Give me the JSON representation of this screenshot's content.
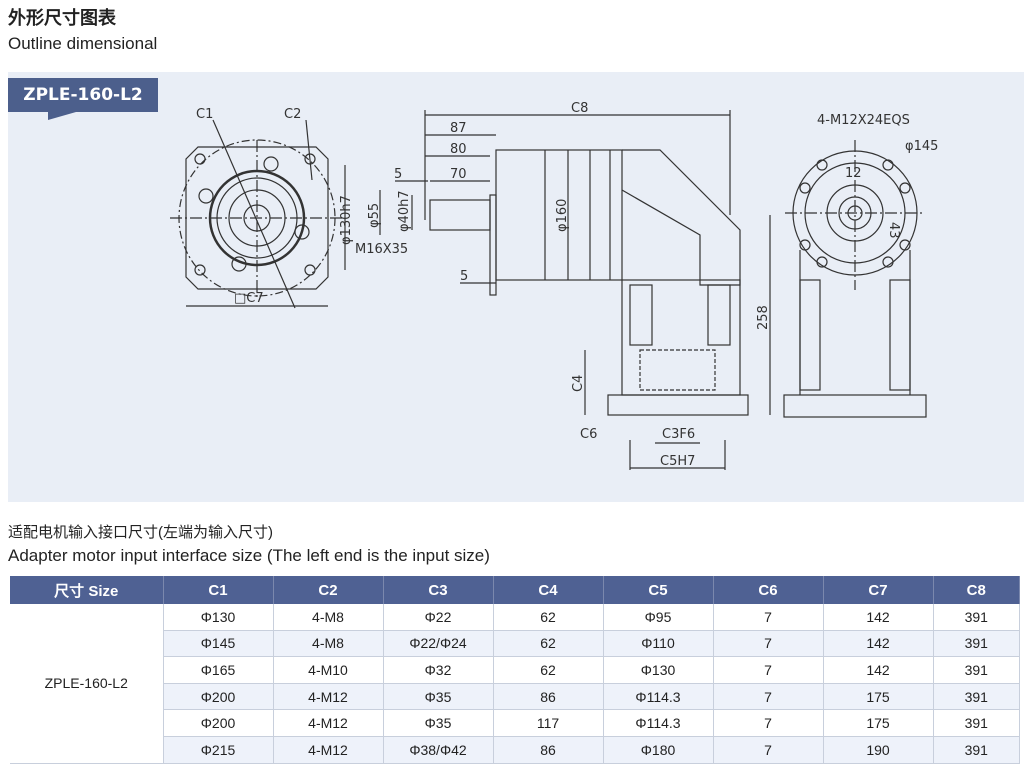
{
  "title_cn": "外形尺寸图表",
  "title_en": "Outline dimensional",
  "model_tab": "ZPLE-160-L2",
  "drawing_labels": {
    "c1": "C1",
    "c2": "C2",
    "c7": "□C7",
    "d130": "φ130h7",
    "d55": "φ55",
    "d40": "φ40h7",
    "m16": "M16X35",
    "l87": "87",
    "l80": "80",
    "l70": "70",
    "l5a": "5",
    "l5b": "5",
    "c8": "C8",
    "d160": "φ160",
    "c4": "C4",
    "c6": "C6",
    "c3": "C3F6",
    "c5": "C5H7",
    "h258": "258",
    "holes": "4-M12X24EQS",
    "d145": "φ145",
    "k12": "12",
    "k43": "43"
  },
  "subtitle_cn": "适配电机输入接口尺寸(左端为输入尺寸)",
  "subtitle_en": "Adapter motor input interface size (The left end is the input size)",
  "table": {
    "headers": [
      "尺寸 Size",
      "C1",
      "C2",
      "C3",
      "C4",
      "C5",
      "C6",
      "C7",
      "C8"
    ],
    "size": "ZPLE-160-L2",
    "rows": [
      [
        "Φ130",
        "4-M8",
        "Φ22",
        "62",
        "Φ95",
        "7",
        "142",
        "391"
      ],
      [
        "Φ145",
        "4-M8",
        "Φ22/Φ24",
        "62",
        "Φ110",
        "7",
        "142",
        "391"
      ],
      [
        "Φ165",
        "4-M10",
        "Φ32",
        "62",
        "Φ130",
        "7",
        "142",
        "391"
      ],
      [
        "Φ200",
        "4-M12",
        "Φ35",
        "86",
        "Φ114.3",
        "7",
        "175",
        "391"
      ],
      [
        "Φ200",
        "4-M12",
        "Φ35",
        "117",
        "Φ114.3",
        "7",
        "175",
        "391"
      ],
      [
        "Φ215",
        "4-M12",
        "Φ38/Φ42",
        "86",
        "Φ180",
        "7",
        "190",
        "391"
      ]
    ]
  }
}
